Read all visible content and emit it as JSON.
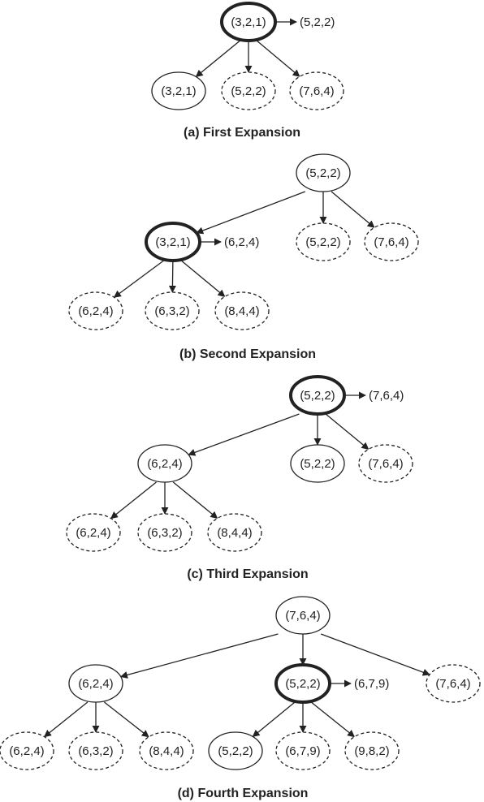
{
  "panels": [
    {
      "caption": "(a) First Expansion",
      "nodes": [
        {
          "id": "a_root",
          "label": "(3,2,1)",
          "style": "current"
        },
        {
          "id": "a_c1",
          "label": "(3,2,1)",
          "style": "solid"
        },
        {
          "id": "a_c2",
          "label": "(5,2,2)",
          "style": "dashed"
        },
        {
          "id": "a_c3",
          "label": "(7,6,4)",
          "style": "dashed"
        }
      ],
      "side_labels": [
        {
          "from": "a_root",
          "label": "(5,2,2)"
        }
      ]
    },
    {
      "caption": "(b) Second Expansion",
      "nodes": [
        {
          "id": "b_root",
          "label": "(5,2,2)",
          "style": "solid"
        },
        {
          "id": "b_c1",
          "label": "(3,2,1)",
          "style": "current"
        },
        {
          "id": "b_c2",
          "label": "(5,2,2)",
          "style": "dashed"
        },
        {
          "id": "b_c3",
          "label": "(7,6,4)",
          "style": "dashed"
        },
        {
          "id": "b_g1",
          "label": "(6,2,4)",
          "style": "dashed"
        },
        {
          "id": "b_g2",
          "label": "(6,3,2)",
          "style": "dashed"
        },
        {
          "id": "b_g3",
          "label": "(8,4,4)",
          "style": "dashed"
        }
      ],
      "side_labels": [
        {
          "from": "b_c1",
          "label": "(6,2,4)"
        }
      ]
    },
    {
      "caption": "(c) Third Expansion",
      "nodes": [
        {
          "id": "c_root",
          "label": "(5,2,2)",
          "style": "current"
        },
        {
          "id": "c_c1",
          "label": "(6,2,4)",
          "style": "solid"
        },
        {
          "id": "c_c2",
          "label": "(5,2,2)",
          "style": "solid"
        },
        {
          "id": "c_c3",
          "label": "(7,6,4)",
          "style": "dashed"
        },
        {
          "id": "c_g1",
          "label": "(6,2,4)",
          "style": "dashed"
        },
        {
          "id": "c_g2",
          "label": "(6,3,2)",
          "style": "dashed"
        },
        {
          "id": "c_g3",
          "label": "(8,4,4)",
          "style": "dashed"
        }
      ],
      "side_labels": [
        {
          "from": "c_root",
          "label": "(7,6,4)"
        }
      ]
    },
    {
      "caption": "(d) Fourth Expansion",
      "nodes": [
        {
          "id": "d_root",
          "label": "(7,6,4)",
          "style": "solid"
        },
        {
          "id": "d_c1",
          "label": "(6,2,4)",
          "style": "solid"
        },
        {
          "id": "d_c2",
          "label": "(5,2,2)",
          "style": "current"
        },
        {
          "id": "d_c3",
          "label": "(7,6,4)",
          "style": "dashed"
        },
        {
          "id": "d_g1",
          "label": "(6,2,4)",
          "style": "dashed"
        },
        {
          "id": "d_g2",
          "label": "(6,3,2)",
          "style": "dashed"
        },
        {
          "id": "d_g3",
          "label": "(8,4,4)",
          "style": "dashed"
        },
        {
          "id": "d_g4",
          "label": "(5,2,2)",
          "style": "solid"
        },
        {
          "id": "d_g5",
          "label": "(6,7,9)",
          "style": "dashed"
        },
        {
          "id": "d_g6",
          "label": "(9,8,2)",
          "style": "dashed"
        }
      ],
      "side_labels": [
        {
          "from": "d_c2",
          "label": "(6,7,9)"
        }
      ]
    }
  ],
  "edges": [
    [
      "a_root",
      "a_c1"
    ],
    [
      "a_root",
      "a_c2"
    ],
    [
      "a_root",
      "a_c3"
    ],
    [
      "b_root",
      "b_c1"
    ],
    [
      "b_root",
      "b_c2"
    ],
    [
      "b_root",
      "b_c3"
    ],
    [
      "b_c1",
      "b_g1"
    ],
    [
      "b_c1",
      "b_g2"
    ],
    [
      "b_c1",
      "b_g3"
    ],
    [
      "c_root",
      "c_c1"
    ],
    [
      "c_root",
      "c_c2"
    ],
    [
      "c_root",
      "c_c3"
    ],
    [
      "c_c1",
      "c_g1"
    ],
    [
      "c_c1",
      "c_g2"
    ],
    [
      "c_c1",
      "c_g3"
    ],
    [
      "d_root",
      "d_c1"
    ],
    [
      "d_root",
      "d_c2"
    ],
    [
      "d_root",
      "d_c3"
    ],
    [
      "d_c1",
      "d_g1"
    ],
    [
      "d_c1",
      "d_g2"
    ],
    [
      "d_c1",
      "d_g3"
    ],
    [
      "d_c2",
      "d_g4"
    ],
    [
      "d_c2",
      "d_g5"
    ],
    [
      "d_c2",
      "d_g6"
    ]
  ]
}
